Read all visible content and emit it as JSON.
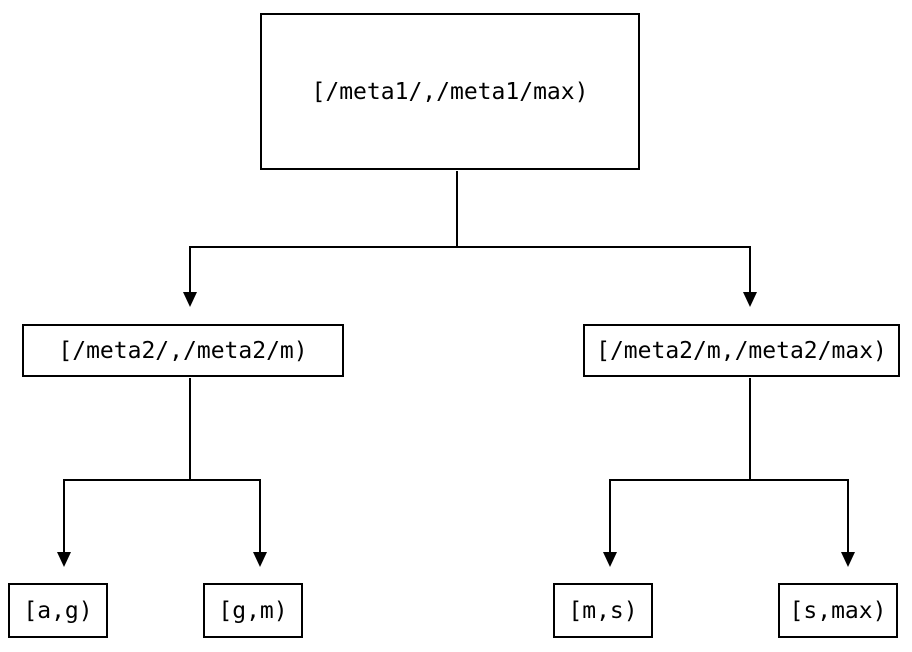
{
  "diagram": {
    "type": "tree",
    "root": {
      "label": "[/meta1/,/meta1/max)"
    },
    "level1": [
      {
        "label": "[/meta2/,/meta2/m)"
      },
      {
        "label": "[/meta2/m,/meta2/max)"
      }
    ],
    "leaves": [
      {
        "label": "[a,g)"
      },
      {
        "label": "[g,m)"
      },
      {
        "label": "[m,s)"
      },
      {
        "label": "[s,max)"
      }
    ],
    "edges": [
      {
        "from": "root",
        "to": "level1.0"
      },
      {
        "from": "root",
        "to": "level1.1"
      },
      {
        "from": "level1.0",
        "to": "leaves.0"
      },
      {
        "from": "level1.0",
        "to": "leaves.1"
      },
      {
        "from": "level1.1",
        "to": "leaves.2"
      },
      {
        "from": "level1.1",
        "to": "leaves.3"
      }
    ],
    "colors": {
      "line": "#000000",
      "box_border": "#000000",
      "box_background": "#ffffff",
      "page_background": "#ffffff",
      "text": "#000000"
    }
  }
}
